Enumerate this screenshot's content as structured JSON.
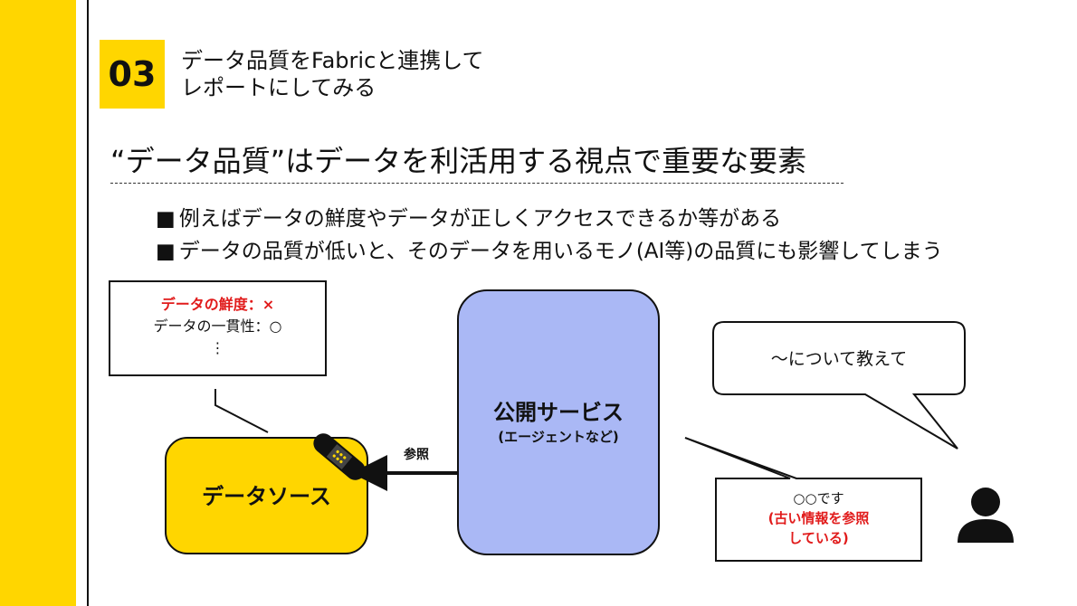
{
  "section": {
    "number": "03",
    "title_line1": "データ品質をFabricと連携して",
    "title_line2": "レポートにしてみる"
  },
  "headline": "“データ品質”はデータを利活用する視点で重要な要素",
  "bullets": [
    {
      "mark": "■",
      "text": "例えばデータの鮮度やデータが正しくアクセスできるか等がある"
    },
    {
      "mark": "■",
      "text": "データの品質が低いと、そのデータを用いるモノ(AI等)の品質にも影響してしまう"
    }
  ],
  "diagram": {
    "quality_box": {
      "line1": "データの鮮度：×",
      "line2": "データの一貫性：○",
      "line3": "⋮"
    },
    "data_source": {
      "label": "データソース",
      "icon": "bandage-icon"
    },
    "arrow_label": "参照",
    "public_service": {
      "label": "公開サービス",
      "sublabel": "(エージェントなど)"
    },
    "user_bubble": {
      "text": "〜について教えて"
    },
    "answer_bubble": {
      "line1": "○○です",
      "line2": "(古い情報を参照",
      "line3": "している)"
    },
    "user_icon": "user-icon"
  },
  "colors": {
    "accent": "#FFD600",
    "service_fill": "#AAB8F5",
    "warning_text": "#E11B1B"
  }
}
